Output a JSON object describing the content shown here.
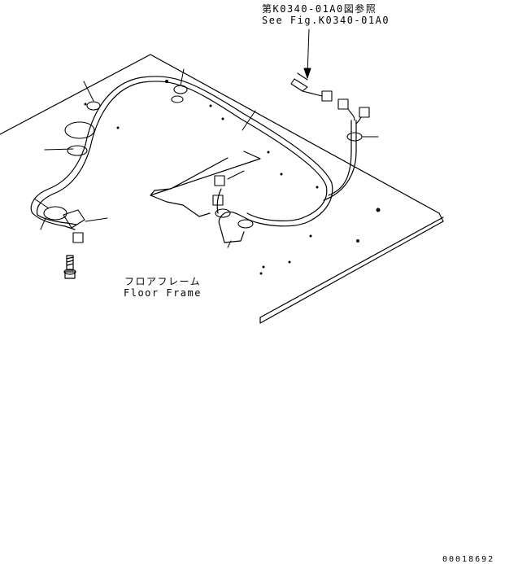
{
  "reference": {
    "japanese": "第K0340-01A0図参照",
    "english": "See Fig.K0340-01A0"
  },
  "floor_frame": {
    "japanese": "フロアフレーム",
    "english": "Floor Frame"
  },
  "drawing_number": "00018692"
}
